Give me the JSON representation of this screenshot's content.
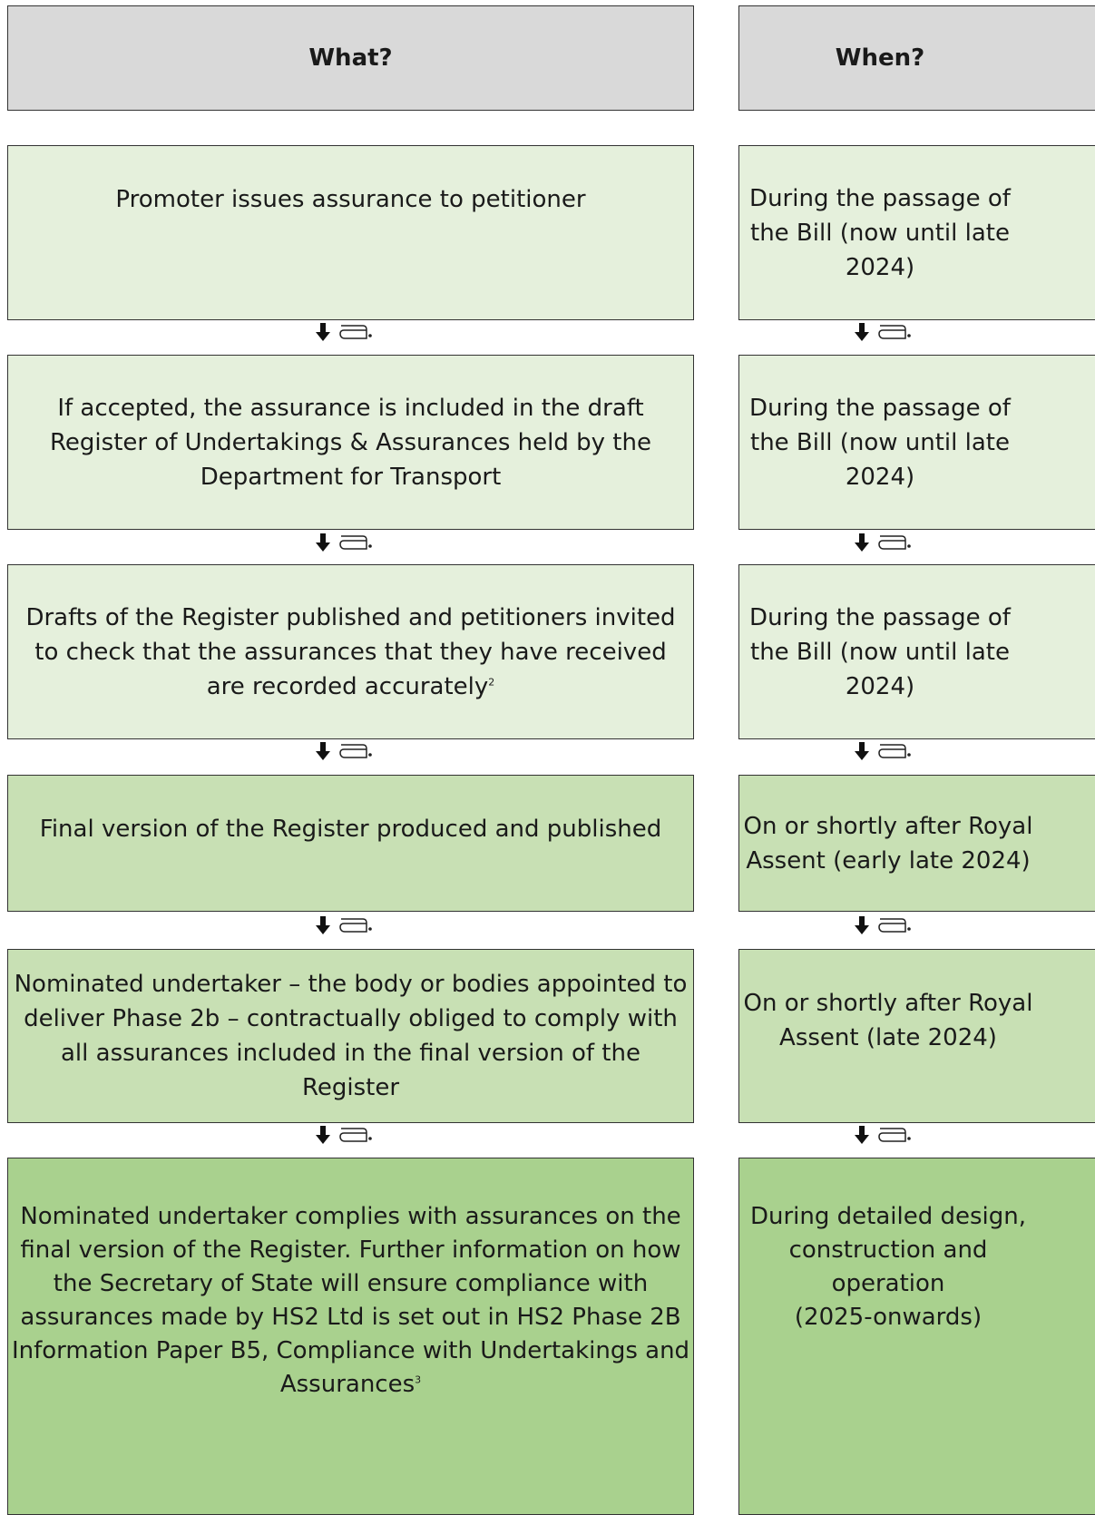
{
  "headers": {
    "what": "What?",
    "when": "When?"
  },
  "rows": [
    {
      "what": "Promoter issues assurance to petitioner",
      "when": "During the passage of the Bill (now until late 2024)",
      "fill": "#e5f0dc"
    },
    {
      "what": "If accepted, the assurance is included in the draft Register of Undertakings & Assurances held by the Department for Transport",
      "when": "During the passage of the Bill (now until late 2024)",
      "fill": "#e5f0dc"
    },
    {
      "what": "Drafts of the Register published and petitioners invited to check that the assurances that they have received are recorded accurately",
      "what_footnote": "2",
      "when": "During the passage of the Bill (now until late 2024)",
      "fill": "#e5f0dc"
    },
    {
      "what": "Final version of the Register produced and published",
      "when": "On or shortly after Royal Assent (early late 2024)",
      "fill": "#c8e0b4"
    },
    {
      "what": "Nominated undertaker – the body or bodies appointed to deliver Phase 2b – contractually obliged to comply with all assurances included in the final version of the Register",
      "when": "On or shortly after Royal Assent (late 2024)",
      "fill": "#c8e0b4"
    },
    {
      "what": "Nominated undertaker complies with assurances on the final version of the Register.  Further information on how the Secretary of State will ensure compliance with assurances made by HS2 Ltd is set out in HS2 Phase 2B Information Paper B5, Compliance with Undertakings and Assurances",
      "what_footnote": "3",
      "when_lines": [
        "During detailed design,",
        "construction and",
        "operation",
        "(2025-onwards)"
      ],
      "fill": "#a9d18e"
    }
  ],
  "icons": {
    "down_arrow": "down-arrow-icon",
    "scroll": "scroll-icon"
  },
  "colors": {
    "header": "#d9d9d9",
    "light_green": "#e5f0dc",
    "mid_green": "#c8e0b4",
    "dark_green": "#a9d18e",
    "border": "#333333"
  }
}
